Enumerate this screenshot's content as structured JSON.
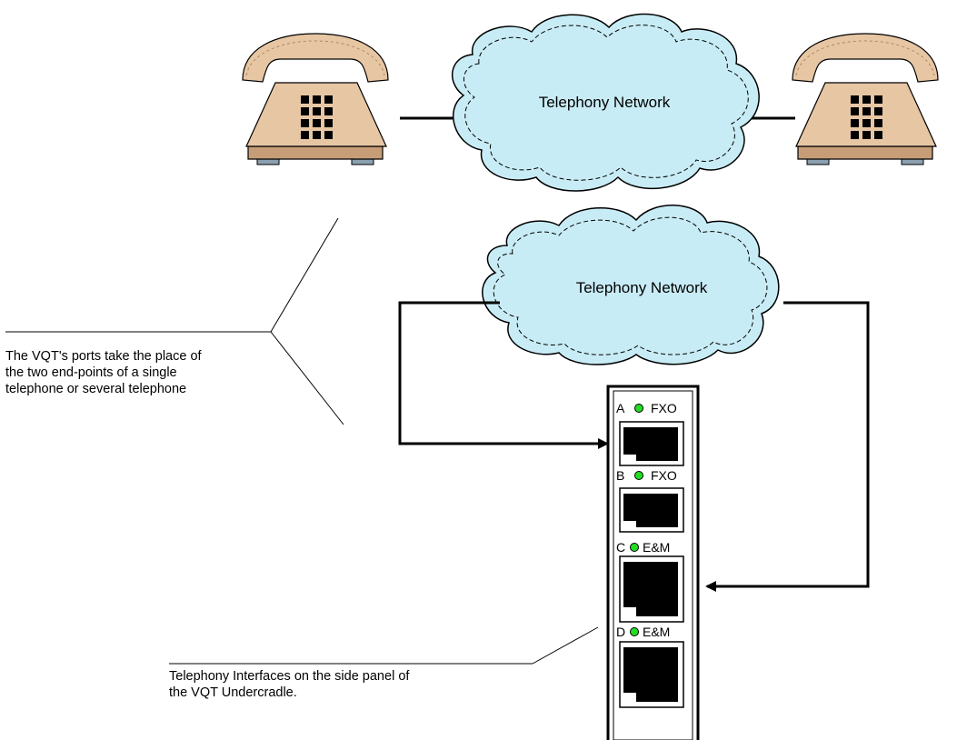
{
  "clouds": {
    "top": {
      "label": "Telephony Network"
    },
    "middle": {
      "label": "Telephony Network"
    }
  },
  "phones": [
    {
      "name": "left-telephone"
    },
    {
      "name": "right-telephone"
    }
  ],
  "panel": {
    "ports": [
      {
        "letter": "A",
        "type": "FXO"
      },
      {
        "letter": "B",
        "type": "FXO"
      },
      {
        "letter": "C",
        "type": "E&M"
      },
      {
        "letter": "D",
        "type": "E&M"
      }
    ],
    "led_color": "#22dd22"
  },
  "notes": {
    "ports_line1": "The VQT's ports take the place of",
    "ports_line2": "the two end-points of a single",
    "ports_line3": "telephone or several telephone",
    "interfaces_line1": "Telephony Interfaces on the side panel of",
    "interfaces_line2": "the VQT Undercradle."
  },
  "colors": {
    "cloud_fill": "#c8ecf5",
    "phone_body": "#e7c6a4",
    "phone_shadow": "#c79d78",
    "phone_feet": "#8aa0b0"
  }
}
